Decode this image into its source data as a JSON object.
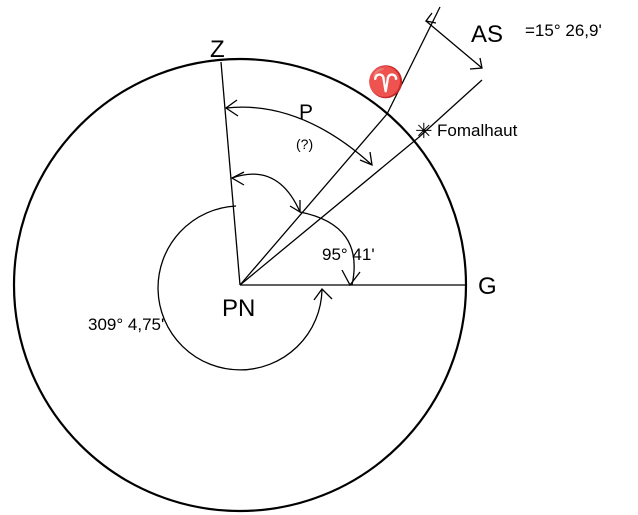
{
  "diagram": {
    "labels": {
      "zenith": "Z",
      "aries": "♈",
      "as_name": "AS",
      "as_value": "=15° 26,9'",
      "fomalhaut": "Fomalhaut",
      "star": "✳",
      "p": "P",
      "p_q": "(?)",
      "angle_95": "95° 41'",
      "g": "G",
      "pn": "PN",
      "angle_309": "309° 4,75'"
    }
  }
}
